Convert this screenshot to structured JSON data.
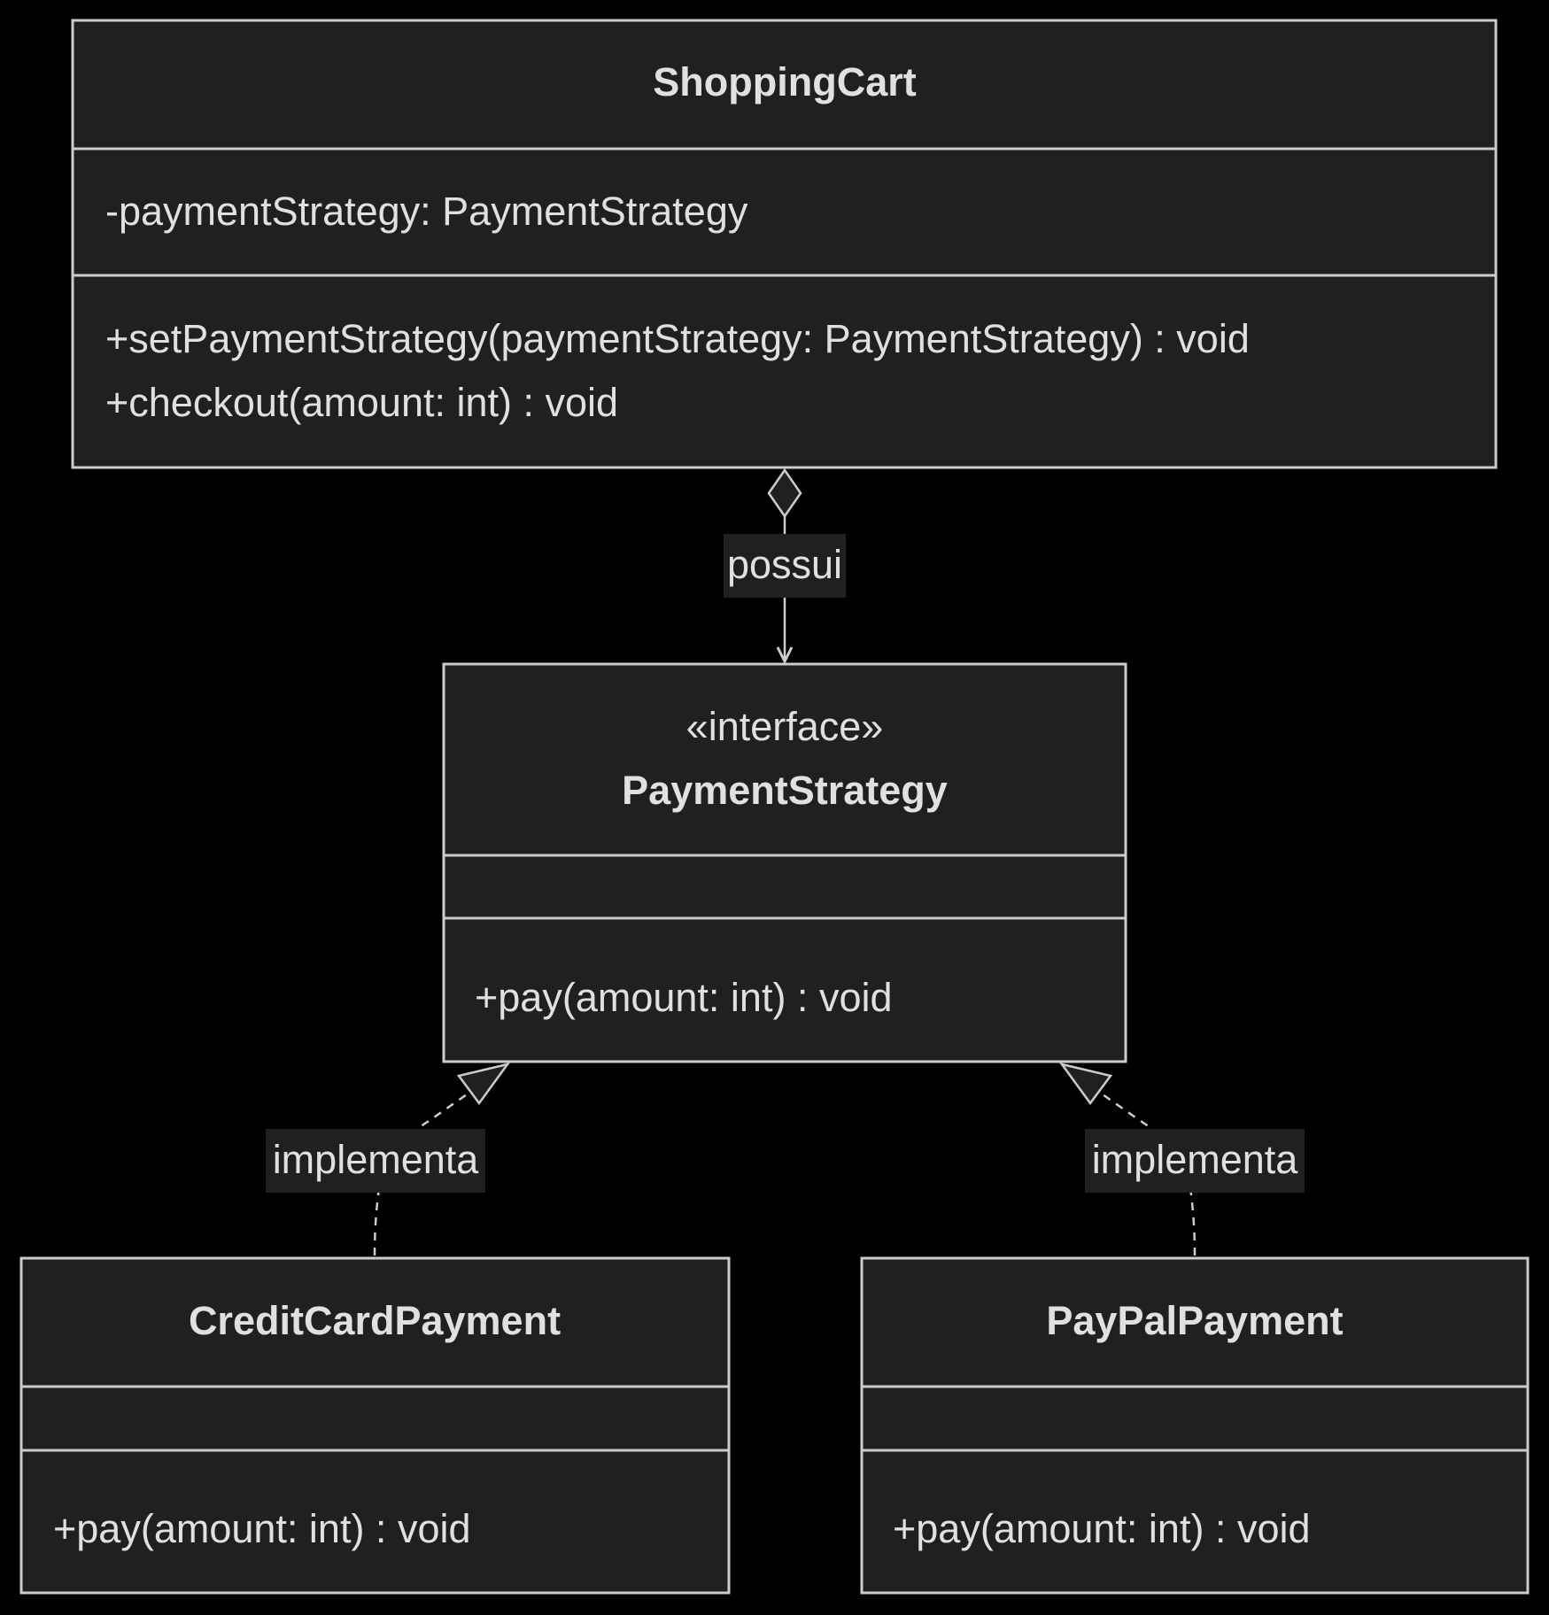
{
  "classes": {
    "shopping_cart": {
      "name": "ShoppingCart",
      "attributes": [
        "-paymentStrategy: PaymentStrategy"
      ],
      "methods": [
        "+setPaymentStrategy(paymentStrategy: PaymentStrategy) : void",
        "+checkout(amount: int) : void"
      ]
    },
    "payment_strategy": {
      "stereotype": "«interface»",
      "name": "PaymentStrategy",
      "methods": [
        "+pay(amount: int) : void"
      ]
    },
    "credit_card_payment": {
      "name": "CreditCardPayment",
      "methods": [
        "+pay(amount: int) : void"
      ]
    },
    "paypal_payment": {
      "name": "PayPalPayment",
      "methods": [
        "+pay(amount: int) : void"
      ]
    }
  },
  "relations": {
    "aggregation": {
      "from": "ShoppingCart",
      "to": "PaymentStrategy",
      "type": "aggregation",
      "label": "possui"
    },
    "realization_credit": {
      "from": "CreditCardPayment",
      "to": "PaymentStrategy",
      "type": "realization",
      "label": "implementa"
    },
    "realization_paypal": {
      "from": "PayPalPayment",
      "to": "PaymentStrategy",
      "type": "realization",
      "label": "implementa"
    }
  },
  "colors": {
    "background": "#000000",
    "box_fill": "#1f2020",
    "line": "#cccccc",
    "text": "#e0e0e0"
  }
}
